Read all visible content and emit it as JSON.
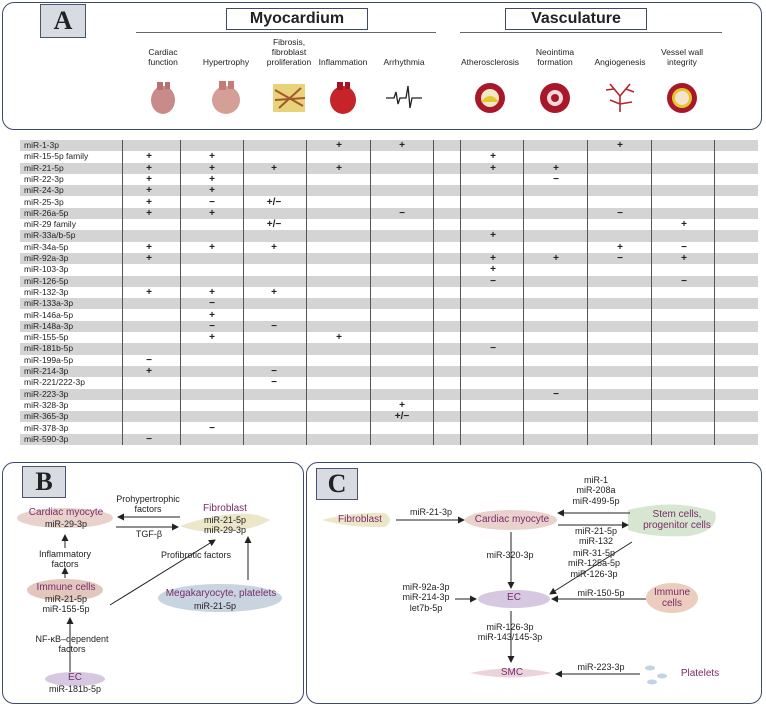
{
  "panelA": {
    "letter": "A",
    "sections": {
      "myocardium": "Myocardium",
      "vasculature": "Vasculature"
    },
    "columns": [
      {
        "label": "Cardiac\nfunction",
        "icon": "heart-icon"
      },
      {
        "label": "Hypertrophy",
        "icon": "hypertrophic-heart-icon"
      },
      {
        "label": "Fibrosis,\nfibroblast\nproliferation",
        "icon": "fibroblast-icon"
      },
      {
        "label": "Inflammation",
        "icon": "inflamed-heart-icon"
      },
      {
        "label": "Arrhythmia",
        "icon": "ecg-trace-icon"
      },
      {
        "label": "Atherosclerosis",
        "icon": "plaque-vessel-icon"
      },
      {
        "label": "Neointima\nformation",
        "icon": "neointima-vessel-icon"
      },
      {
        "label": "Angiogenesis",
        "icon": "branching-vessels-icon"
      },
      {
        "label": "Vessel wall\nintegrity",
        "icon": "vessel-wall-icon"
      }
    ],
    "rows": [
      {
        "name": "miR-1-3p",
        "v": [
          "",
          "",
          "",
          "+",
          "+",
          "",
          "",
          "+",
          ""
        ]
      },
      {
        "name": "miR-15-5p family",
        "v": [
          "+",
          "+",
          "",
          "",
          "",
          "+",
          "",
          "",
          ""
        ]
      },
      {
        "name": "miR-21-5p",
        "v": [
          "+",
          "+",
          "+",
          "+",
          "",
          "+",
          "+",
          "",
          ""
        ]
      },
      {
        "name": "miR-22-3p",
        "v": [
          "+",
          "+",
          "",
          "",
          "",
          "",
          "−",
          "",
          ""
        ]
      },
      {
        "name": "miR-24-3p",
        "v": [
          "+",
          "+",
          "",
          "",
          "",
          "",
          "",
          "",
          ""
        ]
      },
      {
        "name": "miR-25-3p",
        "v": [
          "+",
          "−",
          "+/−",
          "",
          "",
          "",
          "",
          "",
          ""
        ]
      },
      {
        "name": "miR-26a-5p",
        "v": [
          "+",
          "+",
          "",
          "",
          "−",
          "",
          "",
          "−",
          ""
        ]
      },
      {
        "name": "miR-29 family",
        "v": [
          "",
          "",
          "+/−",
          "",
          "",
          "",
          "",
          "",
          "+"
        ]
      },
      {
        "name": "miR-33a/b-5p",
        "v": [
          "",
          "",
          "",
          "",
          "",
          "+",
          "",
          "",
          ""
        ]
      },
      {
        "name": "miR-34a-5p",
        "v": [
          "+",
          "+",
          "+",
          "",
          "",
          "",
          "",
          "+",
          "−"
        ]
      },
      {
        "name": "miR-92a-3p",
        "v": [
          "+",
          "",
          "",
          "",
          "",
          "+",
          "+",
          "−",
          "+"
        ]
      },
      {
        "name": "miR-103-3p",
        "v": [
          "",
          "",
          "",
          "",
          "",
          "+",
          "",
          "",
          ""
        ]
      },
      {
        "name": "miR-126-5p",
        "v": [
          "",
          "",
          "",
          "",
          "",
          "−",
          "",
          "",
          "−"
        ]
      },
      {
        "name": "miR-132-3p",
        "v": [
          "+",
          "+",
          "+",
          "",
          "",
          "",
          "",
          "",
          ""
        ]
      },
      {
        "name": "miR-133a-3p",
        "v": [
          "",
          "−",
          "",
          "",
          "",
          "",
          "",
          "",
          ""
        ]
      },
      {
        "name": "miR-146a-5p",
        "v": [
          "",
          "+",
          "",
          "",
          "",
          "",
          "",
          "",
          ""
        ]
      },
      {
        "name": "miR-148a-3p",
        "v": [
          "",
          "−",
          "−",
          "",
          "",
          "",
          "",
          "",
          ""
        ]
      },
      {
        "name": "miR-155-5p",
        "v": [
          "",
          "+",
          "",
          "+",
          "",
          "",
          "",
          "",
          ""
        ]
      },
      {
        "name": "miR-181b-5p",
        "v": [
          "",
          "",
          "",
          "",
          "",
          "−",
          "",
          "",
          ""
        ]
      },
      {
        "name": "miR-199a-5p",
        "v": [
          "−",
          "",
          "",
          "",
          "",
          "",
          "",
          "",
          ""
        ]
      },
      {
        "name": "miR-214-3p",
        "v": [
          "+",
          "",
          "−",
          "",
          "",
          "",
          "",
          "",
          ""
        ]
      },
      {
        "name": "miR-221/222-3p",
        "v": [
          "",
          "",
          "−",
          "",
          "",
          "",
          "",
          "",
          ""
        ]
      },
      {
        "name": "miR-223-3p",
        "v": [
          "",
          "",
          "",
          "",
          "",
          "",
          "−",
          "",
          ""
        ]
      },
      {
        "name": "miR-328-3p",
        "v": [
          "",
          "",
          "",
          "",
          "+",
          "",
          "",
          "",
          ""
        ]
      },
      {
        "name": "miR-365-3p",
        "v": [
          "",
          "",
          "",
          "",
          "+/−",
          "",
          "",
          "",
          ""
        ]
      },
      {
        "name": "miR-378-3p",
        "v": [
          "",
          "−",
          "",
          "",
          "",
          "",
          "",
          "",
          ""
        ]
      },
      {
        "name": "miR-590-3p",
        "v": [
          "−",
          "",
          "",
          "",
          "",
          "",
          "",
          "",
          ""
        ]
      }
    ]
  },
  "panelB": {
    "letter": "B",
    "cardiac_myocyte": "Cardiac myocyte",
    "cardiac_myocyte_mir": "miR-29-3p",
    "fibroblast": "Fibroblast",
    "fibroblast_mir1": "miR-21-5p",
    "fibroblast_mir2": "miR-29-3p",
    "prohypertrophic": "Prohypertrophic\nfactors",
    "tgf": "TGF-β",
    "inflammatory": "Inflammatory\nfactors",
    "profibrotic": "Profibrotic factors",
    "immune_cells": "Immune cells",
    "immune_mir1": "miR-21-5p",
    "immune_mir2": "miR-155-5p",
    "megakaryocyte": "Megakaryocyte, platelets",
    "megakaryocyte_mir": "miR-21-5p",
    "nfkb": "NF-κB–dependent\nfactors",
    "ec": "EC",
    "ec_mir": "miR-181b-5p"
  },
  "panelC": {
    "letter": "C",
    "fibroblast": "Fibroblast",
    "fib_to_cm": "miR-21-3p",
    "cardiac_myocyte": "Cardiac myocyte",
    "stem_to_cm": "miR-1\nmiR-208a\nmiR-499-5p",
    "cm_to_stem": "miR-21-5p\nmiR-132",
    "stem_cells": "Stem cells,\nprogenitor cells",
    "cm_to_ec": "miR-320-3p",
    "stem_to_ec": "miR-31-5p\nmiR-125a-5p\nmiR-126-3p",
    "left_to_ec": "miR-92a-3p\nmiR-214-3p\nlet7b-5p",
    "ec": "EC",
    "immune_to_ec": "miR-150-5p",
    "immune_cells": "Immune\ncells",
    "ec_to_smc": "miR-126-3p\nmiR-143/145-3p",
    "smc": "SMC",
    "platelet_to_smc": "miR-223-3p",
    "platelets": "Platelets"
  }
}
